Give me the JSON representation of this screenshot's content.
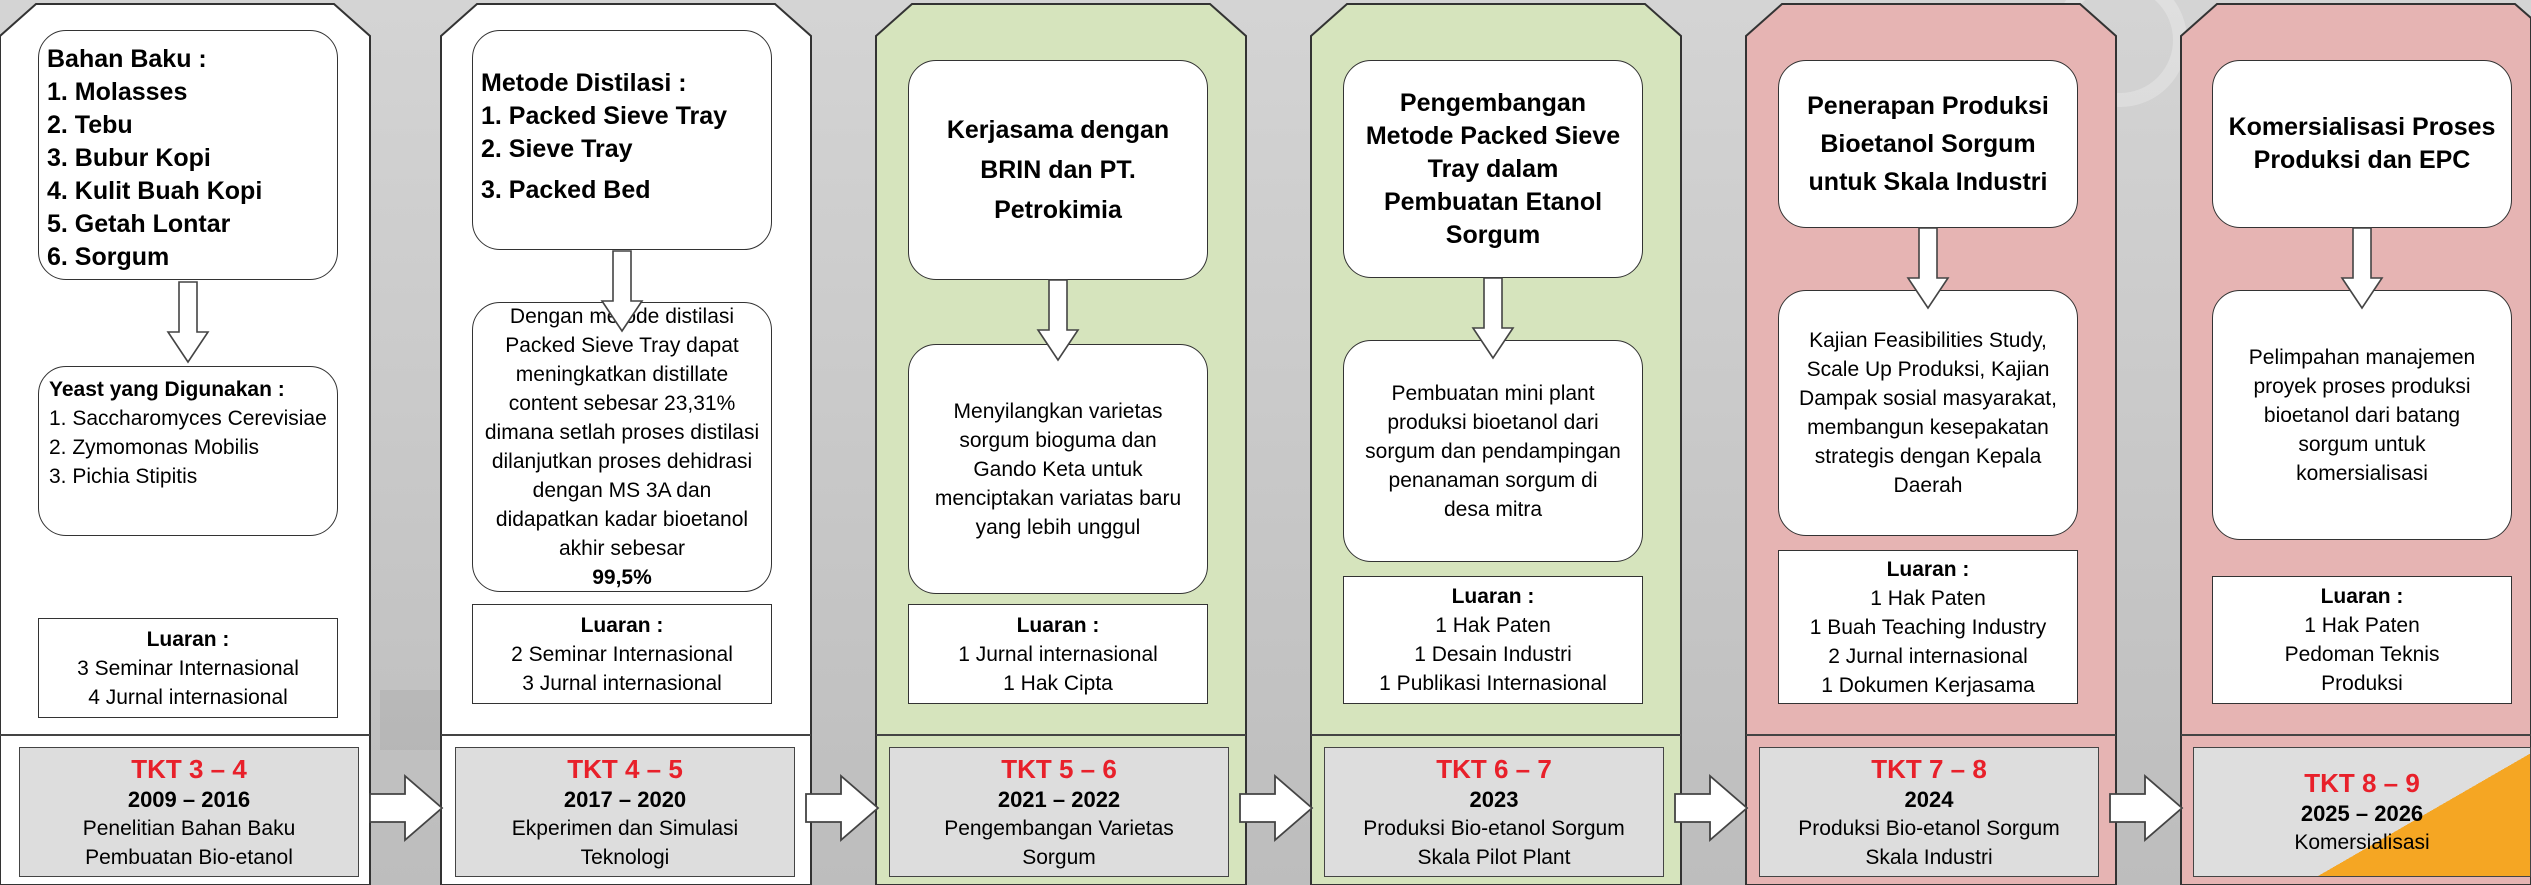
{
  "colors": {
    "white_col": "#ffffff",
    "green_col": "#d6e4bd",
    "red_col": "#e6b4b3",
    "tkt_red": "#e8202a",
    "tkt_box": "#dedede",
    "orange_accent": "#f5a623"
  },
  "stage1": {
    "materials": {
      "heading": "Bahan Baku :",
      "items": [
        "1. Molasses",
        "2. Tebu",
        "3. Bubur Kopi",
        "4. Kulit Buah Kopi",
        "5. Getah Lontar",
        "6. Sorgum"
      ]
    },
    "yeast": {
      "heading": "Yeast yang Digunakan :",
      "items": [
        "1. Saccharomyces Cerevisiae",
        "2. Zymomonas Mobilis",
        "3. Pichia Stipitis"
      ]
    },
    "output": {
      "title": "Luaran :",
      "items": [
        "3 Seminar Internasional",
        "4 Jurnal internasional"
      ]
    },
    "tkt": {
      "level": "TKT 3 – 4",
      "years": "2009 – 2016",
      "lines": [
        "Penelitian Bahan Baku",
        "Pembuatan Bio-etanol"
      ]
    }
  },
  "stage2": {
    "methods": {
      "heading": "Metode Distilasi :",
      "items": [
        "1. Packed Sieve Tray",
        "2. Sieve Tray",
        "3. Packed Bed"
      ]
    },
    "description": "Dengan metode distilasi Packed Sieve Tray dapat meningkatkan distillate content sebesar 23,31% dimana setlah proses distilasi dilanjutkan proses dehidrasi dengan MS 3A dan didapatkan kadar bioetanol akhir sebesar",
    "description_bold": "99,5%",
    "output": {
      "title": "Luaran :",
      "items": [
        "2 Seminar Internasional",
        "3 Jurnal internasional"
      ]
    },
    "tkt": {
      "level": "TKT 4 – 5",
      "years": "2017 – 2020",
      "lines": [
        "Ekperimen dan Simulasi",
        "Teknologi"
      ]
    }
  },
  "stage3": {
    "title": [
      "Kerjasama dengan",
      "BRIN dan  PT.",
      "Petrokimia"
    ],
    "description": "Menyilangkan varietas sorgum bioguma dan Gando Keta untuk menciptakan variatas baru yang lebih unggul",
    "output": {
      "title": "Luaran :",
      "items": [
        "1 Jurnal internasional",
        "1 Hak Cipta"
      ]
    },
    "tkt": {
      "level": "TKT 5 – 6",
      "years": "2021 – 2022",
      "lines": [
        "Pengembangan Varietas",
        "Sorgum"
      ]
    }
  },
  "stage4": {
    "title": "Pengembangan Metode Packed Sieve Tray dalam Pembuatan Etanol Sorgum",
    "description": "Pembuatan mini plant produksi bioetanol dari sorgum dan pendampingan penanaman sorgum di desa mitra",
    "output": {
      "title": "Luaran :",
      "items": [
        "1 Hak Paten",
        "1 Desain Industri",
        "1 Publikasi Internasional"
      ]
    },
    "tkt": {
      "level": "TKT 6 – 7",
      "years": "2023",
      "lines": [
        "Produksi Bio-etanol Sorgum",
        "Skala Pilot Plant"
      ]
    }
  },
  "stage5": {
    "title": "Penerapan Produksi Bioetanol Sorgum untuk Skala Industri",
    "description": "Kajian Feasibilities Study, Scale Up Produksi, Kajian Dampak sosial masyarakat, membangun kesepakatan strategis dengan Kepala Daerah",
    "output": {
      "title": "Luaran :",
      "items": [
        "1 Hak Paten",
        "1 Buah Teaching Industry",
        "2 Jurnal internasional",
        "1 Dokumen Kerjasama"
      ]
    },
    "tkt": {
      "level": "TKT 7 – 8",
      "years": "2024",
      "lines": [
        "Produksi Bio-etanol Sorgum",
        "Skala Industri"
      ]
    }
  },
  "stage6": {
    "title": "Komersialisasi Proses Produksi dan EPC",
    "description": "Pelimpahan manajemen proyek proses produksi bioetanol dari batang sorgum untuk komersialisasi",
    "output": {
      "title": "Luaran :",
      "items": [
        "1 Hak Paten",
        "Pedoman Teknis",
        "Produksi"
      ]
    },
    "tkt": {
      "level": "TKT 8 – 9",
      "years": "2025 – 2026",
      "lines": [
        "Komersialisasi"
      ]
    }
  }
}
